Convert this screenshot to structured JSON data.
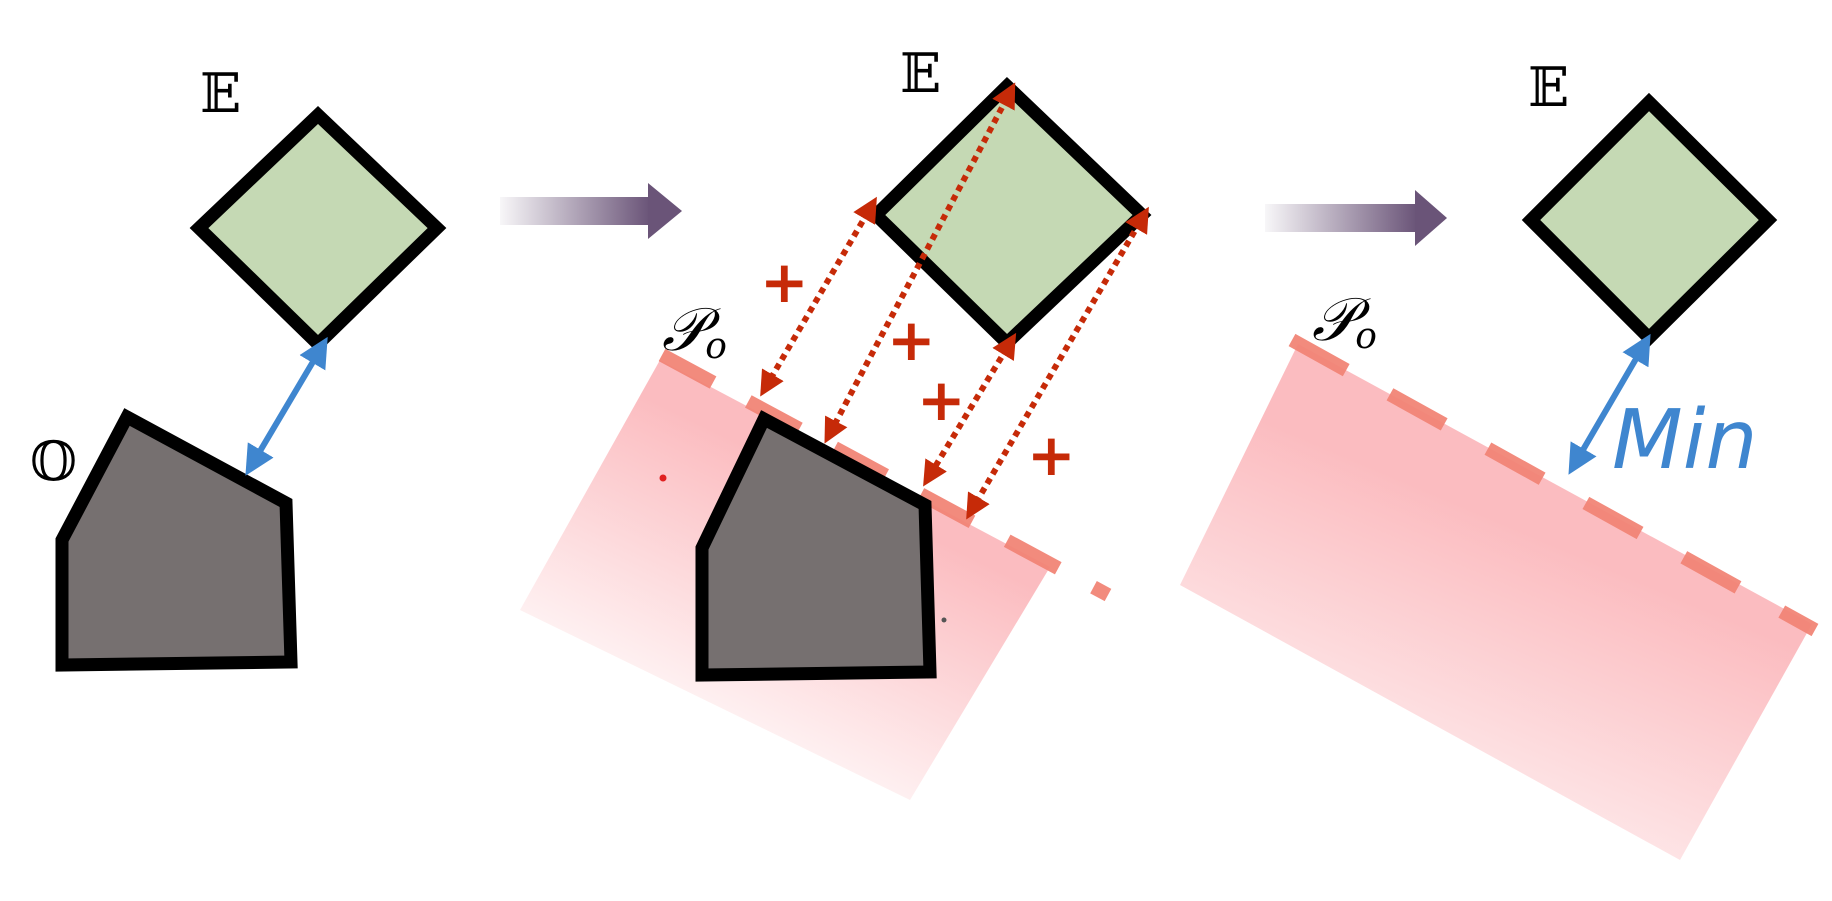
{
  "labels": {
    "ego": "𝔼",
    "obstacle": "𝕆",
    "plane_symbol": "𝒫",
    "plane_subscript": "o",
    "plus": "+",
    "min": "Min"
  },
  "colors": {
    "ego_fill": "#c5d9b4",
    "obstacle_fill": "#767070",
    "outline": "#000000",
    "distance_arrow": "#3f86cf",
    "sum_arrow": "#c62a08",
    "plane_dash": "#f28577",
    "halfspace_fill": "#fbb9bd",
    "step_arrow": "#6a5478",
    "min_text": "#3f86cf"
  },
  "icons": {
    "step_arrow": "right-arrow-icon",
    "distance_arrow": "double-headed-arrow-icon"
  }
}
